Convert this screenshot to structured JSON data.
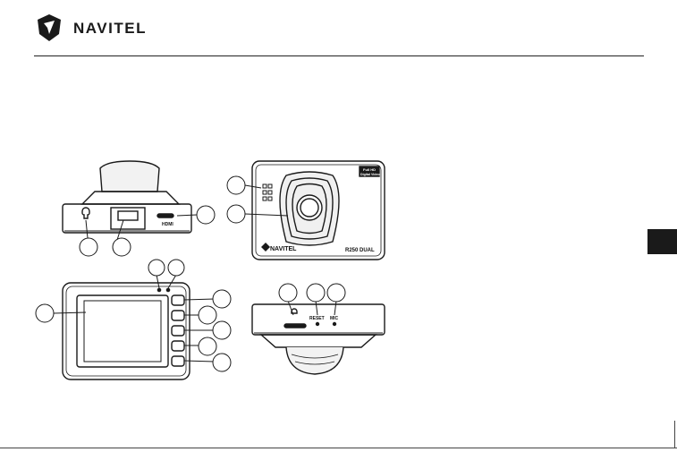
{
  "brand": {
    "name": "NAVITEL",
    "logo_icon": "navitel-badge-icon"
  },
  "device": {
    "hdmi_label": "HDMI",
    "badge_line1": "Full HD",
    "badge_line2": "Digital Video",
    "front_brand": "NAVITEL",
    "model": "R250 DUAL",
    "reset_label": "RESET",
    "mic_label": "MIC"
  },
  "colors": {
    "ink": "#1a1a1a",
    "side_tab": "#1a1a1a"
  }
}
